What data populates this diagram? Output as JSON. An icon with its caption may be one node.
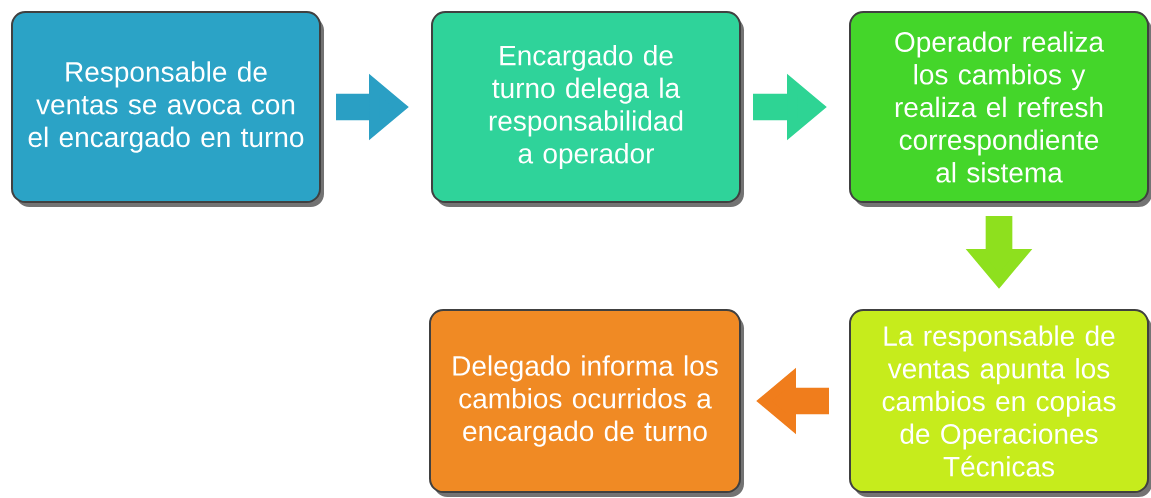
{
  "diagram": {
    "nodes": [
      {
        "text": [
          "Responsable de ventas se avoca con el encargado en turno"
        ]
      },
      {
        "text": [
          "Encargado de turno delega la responsabilidad a operador"
        ]
      },
      {
        "text": [
          "Operador realiza los cambios y realiza el refresh correspondiente al sistema"
        ]
      },
      {
        "text": [
          "La responsable de ventas apunta los cambios en copias de Operaciones Técnicas"
        ]
      },
      {
        "text": [
          "Delegado informa los cambios ocurridos a encargado de turno"
        ]
      }
    ],
    "edges": [
      {
        "from": 0,
        "to": 1,
        "arrow": "to",
        "color": "#2a9fc4"
      },
      {
        "from": 1,
        "to": 2,
        "arrow": "to",
        "color": "#2ed494"
      },
      {
        "from": 2,
        "to": 3,
        "arrow": "to",
        "color": "#8ee01e"
      },
      {
        "from": 3,
        "to": 4,
        "arrow": "to",
        "color": "#f07d1c"
      }
    ]
  }
}
